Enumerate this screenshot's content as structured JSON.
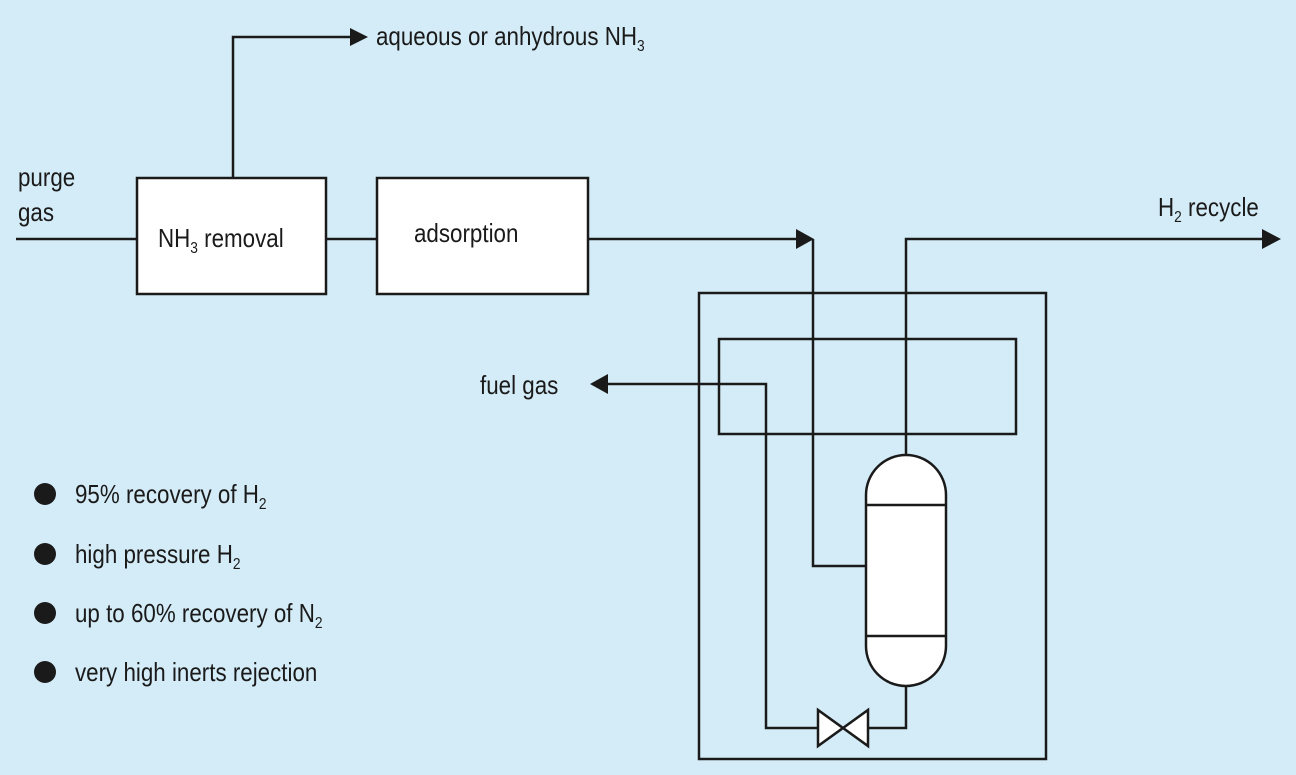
{
  "labels": {
    "purge_gas_line1": "purge",
    "purge_gas_line2": "gas",
    "nh3_removal_main": "NH",
    "nh3_removal_sub": "3",
    "nh3_removal_rest": " removal",
    "adsorption": "adsorption",
    "aqueous_main": "aqueous or anhydrous NH",
    "aqueous_sub": "3",
    "h2_recycle_main": "H",
    "h2_recycle_sub": "2",
    "h2_recycle_rest": " recycle",
    "fuel_gas": "fuel gas"
  },
  "bullets": [
    {
      "main": "95% recovery of H",
      "sub": "2"
    },
    {
      "main": "high pressure H",
      "sub": "2"
    },
    {
      "main": "up to 60% recovery of N",
      "sub": "2"
    },
    {
      "main": "very high inerts rejection",
      "sub": ""
    }
  ],
  "colors": {
    "background": "#d4ecf7",
    "stroke": "#1a1a1a",
    "box_fill": "#ffffff"
  }
}
